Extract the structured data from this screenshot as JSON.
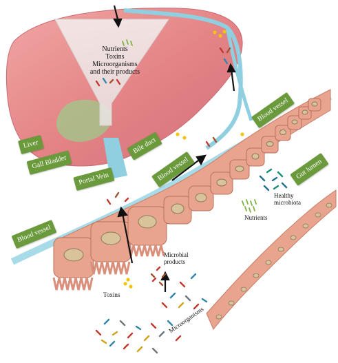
{
  "funnel_text": [
    "Nutrients",
    "Toxins",
    "Microorganisms",
    "and their products"
  ],
  "labels": {
    "liver": "Liver",
    "gall_bladder": "Gall Bladder",
    "portal_vein": "Portal Vein",
    "bile_duct": "Bile duct",
    "blood_vessel_left": "Blood vessel",
    "blood_vessel_mid": "Blood vessel",
    "blood_vessel_right": "Blood vessel",
    "gut_lumen": "Gut lumen"
  },
  "texts": {
    "nutrients": "Nutrients",
    "healthy_microbiota": [
      "Healthy",
      "microbiota"
    ],
    "microbial_products": [
      "Microbial",
      "products"
    ],
    "toxins": "Toxins",
    "microorganisms": "Microorganisms"
  },
  "colors": {
    "liver": "#e8898a",
    "vessel": "#8fcfe0",
    "label_bg": "#6a9a3c",
    "epithelium": "#e9a48e",
    "nucleus": "#d9c39a"
  }
}
